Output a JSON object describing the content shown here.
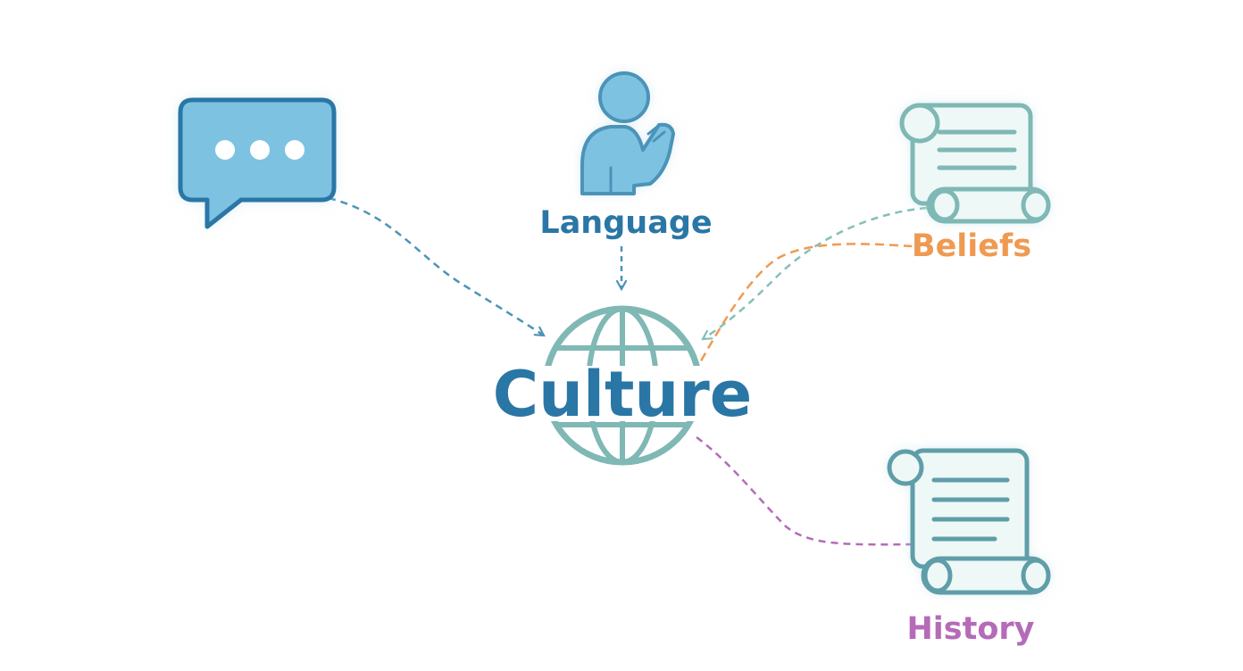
{
  "center": {
    "label": "Culture",
    "icon": "globe-icon"
  },
  "nodes": {
    "language": {
      "label": "Language",
      "icon": "person-praying-icon"
    },
    "speech": {
      "icon": "speech-bubble-icon"
    },
    "beliefs": {
      "label": "Beliefs",
      "icon": "scroll-icon"
    },
    "history": {
      "label": "History",
      "icon": "scroll-icon"
    }
  },
  "colors": {
    "primary_blue": "#2a77a6",
    "light_blue": "#7ec2e2",
    "teal": "#7fb8b4",
    "scroll_teal": "#5f9ea8",
    "beliefs_orange": "#ef9a52",
    "history_purple": "#b56bb8",
    "connector_blue": "#4b93b8",
    "connector_teal": "#86bfb9"
  }
}
